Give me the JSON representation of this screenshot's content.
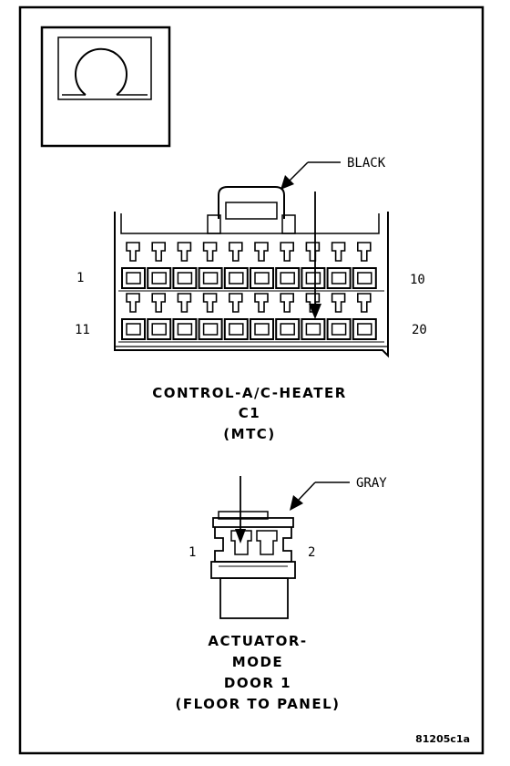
{
  "connector_c1": {
    "color_label": "BLACK",
    "pin_first_top": "1",
    "pin_last_top": "10",
    "pin_first_bottom": "11",
    "pin_last_bottom": "20",
    "title_line1": "CONTROL-A/C-HEATER",
    "title_line2": "C1",
    "title_line3": "(MTC)"
  },
  "connector_actuator": {
    "color_label": "GRAY",
    "pin_left": "1",
    "pin_right": "2",
    "title_line1": "ACTUATOR-",
    "title_line2": "MODE",
    "title_line3": "DOOR 1",
    "title_line4": "(FLOOR TO PANEL)"
  },
  "figure_code": "81205c1a"
}
